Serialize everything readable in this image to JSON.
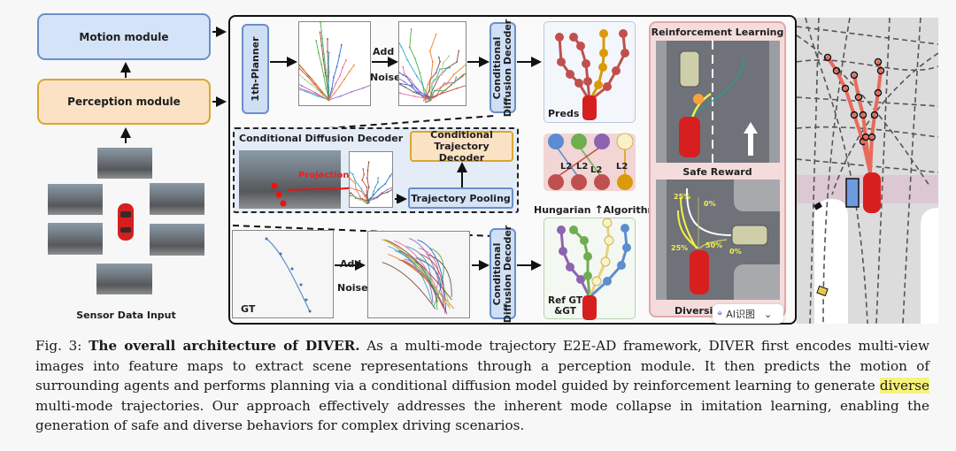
{
  "figure": {
    "left_column": {
      "motion_module": "Motion module",
      "perception_module": "Perception module",
      "sensor_caption": "Sensor Data Input"
    },
    "main_panel": {
      "planner": "1th-Planner",
      "add_noise_top": [
        "Add",
        "Noise"
      ],
      "decoder_top": [
        "Conditional",
        "Diffusion Decoder"
      ],
      "decoder_detail_title": "Conditional Diffusion Decoder",
      "projection_label": "Projection",
      "trajectory_decoder": [
        "Conditional",
        "Trajectory Decoder"
      ],
      "trajectory_pooling": "Trajectory Pooling",
      "gt_label": "GT",
      "add_noise_bottom": [
        "Add",
        "Noise"
      ],
      "decoder_bottom": [
        "Conditional",
        "Diffusion Decoder"
      ]
    },
    "matching": {
      "preds_label": "Preds",
      "l2_labels": [
        "L2",
        "L2",
        "L2",
        "L2"
      ],
      "hungarian_left": "Hungarian",
      "hungarian_right": "Algorithm",
      "ref_gt_label": [
        "Ref GT",
        "&GT"
      ],
      "pred_colors": [
        "#c0504d",
        "#c0504d",
        "#c0504d",
        "#d99a0b"
      ],
      "gt_colors": [
        "#5b8dd0",
        "#6fae4f",
        "#8e63b2",
        "#fbf1c8"
      ]
    },
    "rl_panel": {
      "title": "Reinforcement Learning",
      "safe_reward": "Safe Reward",
      "diversity_label": "Diversit",
      "probabilities": [
        "25%",
        "0%",
        "25%",
        "50%",
        "0%"
      ]
    },
    "overlay": {
      "ai_badge": "AI识图",
      "chevron": "⌄"
    }
  },
  "caption": {
    "fig_number": "Fig. 3:",
    "title": "The overall architecture of DIVER.",
    "text_before_highlight": "As a multi-mode trajectory E2E-AD framework, DIVER first encodes multi-view images into feature maps to extract scene representations through a perception module. It then predicts the motion of surrounding agents and performs planning via a conditional diffusion model guided by reinforcement learning to generate",
    "highlight": "diverse",
    "text_after_highlight": "multi-mode trajectories. Our approach effectively addresses the inherent mode collapse in imitation learning, enabling the generation of safe and diverse behaviors for complex driving scenarios."
  }
}
